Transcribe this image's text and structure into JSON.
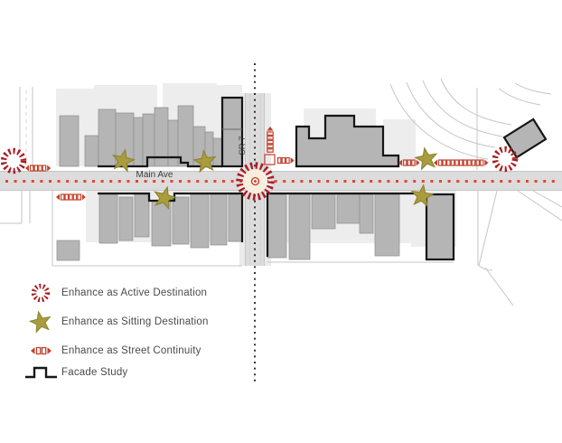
{
  "diagram": {
    "type": "streetscape-improvement-plan",
    "street_labels": {
      "horizontal": "Main Ave",
      "vertical": "SR 7"
    }
  },
  "legend": {
    "items": [
      {
        "symbol": "dashed-circle-icon",
        "label": "Enhance as Active Destination"
      },
      {
        "symbol": "star-icon",
        "label": "Enhance as Sitting Destination"
      },
      {
        "symbol": "arrow-squares-icon",
        "label": "Enhance as Street Continuity"
      },
      {
        "symbol": "stepped-line-icon",
        "label": "Facade Study"
      }
    ]
  },
  "features": {
    "active_destination_count": 3,
    "sitting_destination_count": 5,
    "street_continuity_count": 5,
    "facade_study_blocks": 4
  },
  "colors": {
    "building_fill": "#b5b5b5",
    "building_outline": "#909090",
    "parcel_fill": "#ededed",
    "street_fill": "#dcdcdc",
    "centerline_dots_red": "#e8432f",
    "active_destination_red": "#a81e22",
    "street_continuity_red": "#c2412c",
    "sitting_star_gold": "#a89c3c",
    "sitting_star_outline": "#8a7f2e",
    "facade_study_black": "#161616",
    "intersection_highlight": "#f7eedd",
    "sr7_dotted_line": "#333333",
    "road_edge_gray": "#c6c6c6"
  }
}
